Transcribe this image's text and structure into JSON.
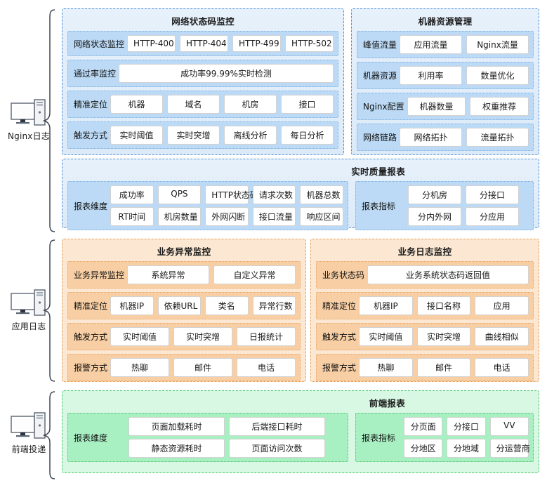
{
  "sources": [
    {
      "id": "nginx",
      "label": "Nginx日志",
      "icon": "computer-icon"
    },
    {
      "id": "app",
      "label": "应用日志",
      "icon": "computer-icon"
    },
    {
      "id": "frontend",
      "label": "前端投递",
      "icon": "computer-icon"
    }
  ],
  "colors": {
    "blue_border": "#4f8fd4",
    "blue_panel": "#e7f1fb",
    "blue_row": "#bcdaf5",
    "orange_border": "#e8a35c",
    "orange_panel": "#fbe7d2",
    "orange_row": "#f8cfa4",
    "green_border": "#4ec46b",
    "green_panel": "#d8f8e3",
    "green_row": "#a8efc2",
    "chip_bg": "#ffffff",
    "chip_border": "#d2d2d2"
  },
  "panels": {
    "network_status": {
      "title": "网络状态码监控",
      "rows": [
        {
          "label": "网络状态监控",
          "items": [
            "HTTP-400",
            "HTTP-404",
            "HTTP-499",
            "HTTP-502"
          ]
        },
        {
          "label": "通过率监控",
          "items": [
            "成功率99.99%实时检测"
          ]
        },
        {
          "label": "精准定位",
          "items": [
            "机器",
            "域名",
            "机房",
            "接口"
          ]
        },
        {
          "label": "触发方式",
          "items": [
            "实时阈值",
            "实时突增",
            "离线分析",
            "每日分析"
          ]
        }
      ]
    },
    "machine_resource": {
      "title": "机器资源管理",
      "rows": [
        {
          "label": "峰值流量",
          "items": [
            "应用流量",
            "Nginx流量"
          ]
        },
        {
          "label": "机器资源",
          "items": [
            "利用率",
            "数量优化"
          ]
        },
        {
          "label": "Nginx配置",
          "items": [
            "机器数量",
            "权重推荐"
          ]
        },
        {
          "label": "网络链路",
          "items": [
            "网络拓扑",
            "流量拓扑"
          ]
        }
      ]
    },
    "realtime_quality": {
      "title": "实时质量报表",
      "dimension": {
        "label": "报表维度",
        "items": [
          "成功率",
          "QPS",
          "HTTP状态码",
          "请求次数",
          "机器总数",
          "RT时间",
          "机房数量",
          "外网闪断",
          "接口流量",
          "响应区间"
        ]
      },
      "metric": {
        "label": "报表指标",
        "items": [
          "分机房",
          "分接口",
          "分内外网",
          "分应用"
        ]
      }
    },
    "business_exception": {
      "title": "业务异常监控",
      "rows": [
        {
          "label": "业务异常监控",
          "items": [
            "系统异常",
            "自定义异常"
          ]
        },
        {
          "label": "精准定位",
          "items": [
            "机器IP",
            "依赖URL",
            "类名",
            "异常行数"
          ]
        },
        {
          "label": "触发方式",
          "items": [
            "实时阈值",
            "实时突增",
            "日报统计"
          ]
        },
        {
          "label": "报警方式",
          "items": [
            "热聊",
            "邮件",
            "电话"
          ]
        }
      ]
    },
    "business_log": {
      "title": "业务日志监控",
      "rows": [
        {
          "label": "业务状态码",
          "items": [
            "业务系统状态码返回值"
          ]
        },
        {
          "label": "精准定位",
          "items": [
            "机器IP",
            "接口名称",
            "应用"
          ]
        },
        {
          "label": "触发方式",
          "items": [
            "实时阈值",
            "实时突增",
            "曲线相似"
          ]
        },
        {
          "label": "报警方式",
          "items": [
            "热聊",
            "邮件",
            "电话"
          ]
        }
      ]
    },
    "frontend_report": {
      "title": "前端报表",
      "dimension": {
        "label": "报表维度",
        "items": [
          "页面加载耗时",
          "后端接口耗时",
          "静态资源耗时",
          "页面访问次数"
        ]
      },
      "metric": {
        "label": "报表指标",
        "items": [
          "分页面",
          "分接口",
          "VV",
          "分地区",
          "分地域",
          "分运营商"
        ]
      }
    }
  }
}
